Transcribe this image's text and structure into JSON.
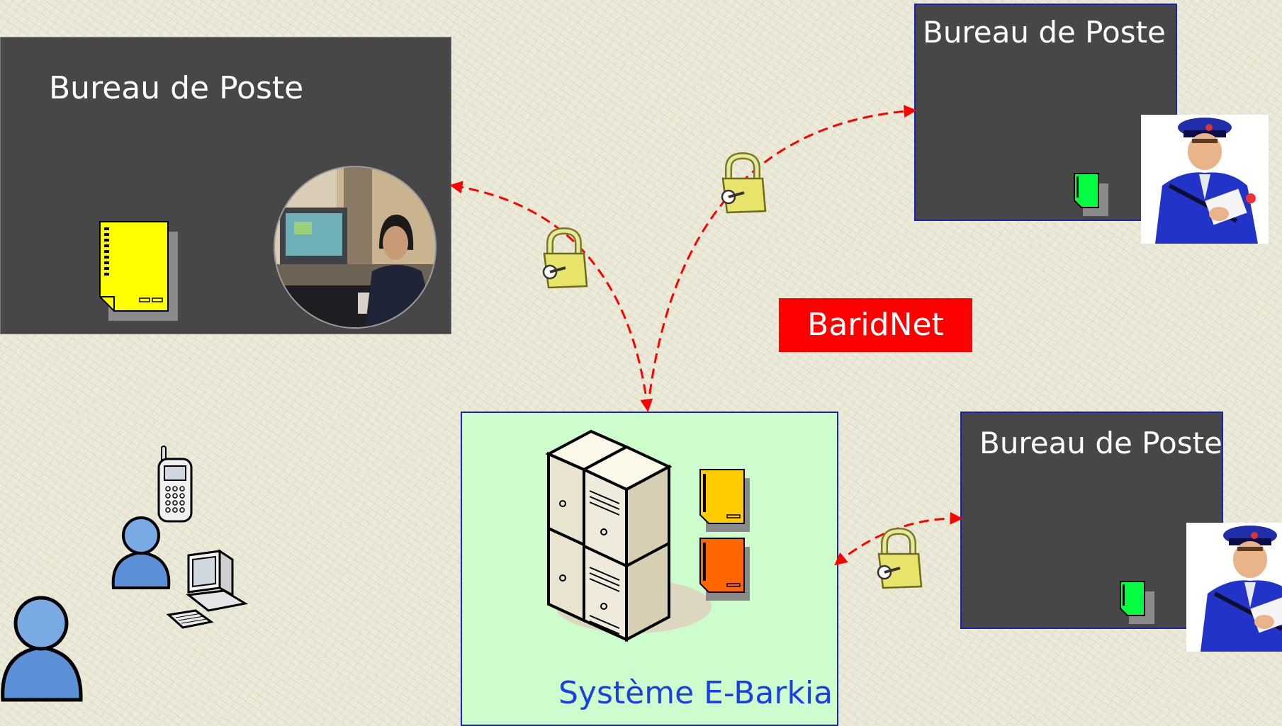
{
  "offices": {
    "left": {
      "title": "Bureau de Poste"
    },
    "top_right": {
      "title": "Bureau de Poste"
    },
    "bottom_right": {
      "title": "Bureau de Poste"
    }
  },
  "network": {
    "label": "BaridNet"
  },
  "system": {
    "label": "Système E-Barkia"
  },
  "colors": {
    "office_bg": "#474747",
    "office_border": "#1a22b8",
    "system_bg": "#cdfccd",
    "system_text": "#1a3fe6",
    "network_badge": "#ff0000",
    "link_line": "#ff0000"
  },
  "icons": {
    "left_office": [
      "yellow-document-icon",
      "operator-at-computer-photo"
    ],
    "top_right_office": [
      "green-document-icon",
      "postman-photo"
    ],
    "bottom_right_office": [
      "green-document-icon",
      "postman-photo"
    ],
    "system": [
      "server-cluster-icon",
      "orange-document-icon",
      "yellow-document-icon"
    ],
    "clients": [
      "mobile-phone-icon",
      "user-icon",
      "desktop-computer-icon",
      "user-icon"
    ],
    "links": [
      "padlock-icon",
      "padlock-icon",
      "padlock-icon"
    ]
  }
}
